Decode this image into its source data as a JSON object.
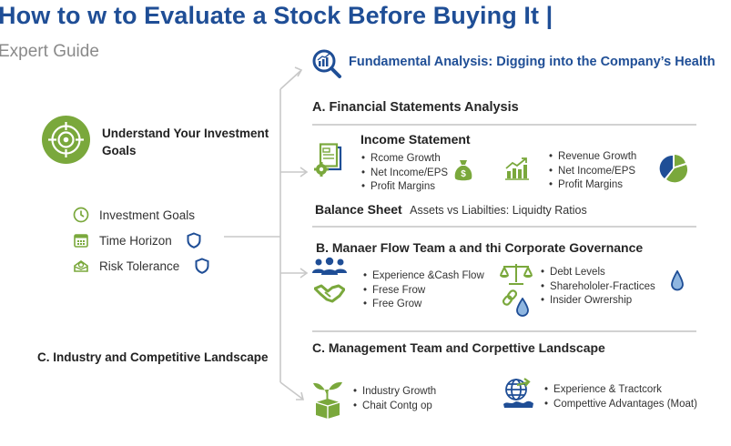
{
  "header": {
    "title": "How to w to Evaluate a Stock Before Buying It |",
    "subtitle": "Expert Guide"
  },
  "colors": {
    "brand_blue": "#1f4e96",
    "accent_green": "#7aa83c",
    "connector_gray": "#c8c8c8",
    "water_blue": "#5b8fc9"
  },
  "left": {
    "goals_heading_line1": "Understand Your Investment",
    "goals_heading_line2": "Goals",
    "goals_icon": "target-icon",
    "items": [
      {
        "label": "Investment Goals",
        "icon": "clock-icon"
      },
      {
        "label": "Time Horizon",
        "icon": "calendar-icon",
        "badge": "shield-icon"
      },
      {
        "label": "Risk Tolerance",
        "icon": "envelope-icon",
        "badge": "shield-icon"
      }
    ],
    "industry_heading": "C. Industry and Competitive Landscape"
  },
  "fundamental": {
    "title": "Fundamental Analysis: Digging into the Company’s Health",
    "icon": "magnifier-chart-icon"
  },
  "section_a": {
    "heading": "A. Financial Statements Analysis",
    "income_statement": {
      "heading": "Income Statement",
      "bullets_left": [
        "Rcome Growth",
        "Net Income/EPS",
        "Profit Margins"
      ],
      "bullets_right": [
        "Revenue Growth",
        "Net Income/EPS",
        "Profit Margins"
      ]
    },
    "balance_sheet": {
      "label": "Balance Sheet",
      "text": "Assets vs Liabilties: Liquidty Ratios"
    }
  },
  "section_b": {
    "heading": "B. Manaer Flow Team a and thi Corporate Governance",
    "bullets_left": [
      "Experience &Cash Flow",
      "Frese Frow",
      "Free Grow"
    ],
    "bullets_right": [
      "Debt Levels",
      "Sharehololer-Fractices",
      "Insider Owrership"
    ]
  },
  "section_c": {
    "heading": "C. Management Team and Corpettive Landscape",
    "bullets_left": [
      "Industry Growth",
      "Chait Contg op"
    ],
    "bullets_right": [
      "Experience & Tractcork",
      "Compettive Advantages (Moat)"
    ]
  }
}
